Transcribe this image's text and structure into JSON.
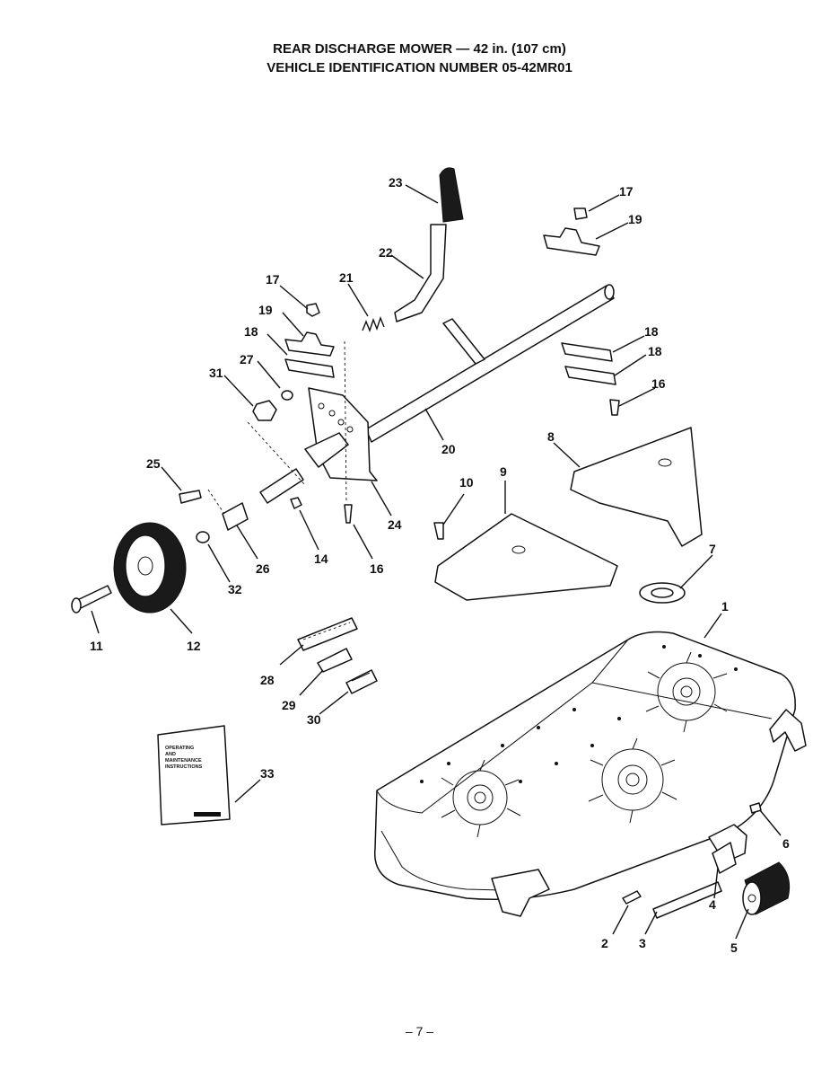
{
  "title": {
    "line1": "REAR DISCHARGE MOWER — 42 in. (107 cm)",
    "line2": "VEHICLE IDENTIFICATION NUMBER 05-42MR01"
  },
  "manual_text": {
    "line1": "OPERATING",
    "line2": "AND",
    "line3": "MAINTENANCE",
    "line4": "INSTRUCTIONS"
  },
  "callouts": {
    "c1": "1",
    "c2": "2",
    "c3": "3",
    "c4": "4",
    "c5": "5",
    "c6": "6",
    "c7": "7",
    "c8": "8",
    "c9": "9",
    "c10": "10",
    "c11": "11",
    "c12": "12",
    "c14": "14",
    "c16a": "16",
    "c16b": "16",
    "c17a": "17",
    "c17b": "17",
    "c18a": "18",
    "c18b": "18",
    "c18c": "18",
    "c19a": "19",
    "c19b": "19",
    "c20": "20",
    "c21": "21",
    "c22": "22",
    "c23": "23",
    "c24": "24",
    "c25": "25",
    "c26": "26",
    "c27": "27",
    "c28": "28",
    "c29": "29",
    "c30": "30",
    "c31": "31",
    "c32": "32",
    "c33": "33"
  },
  "page_number": "– 7 –"
}
